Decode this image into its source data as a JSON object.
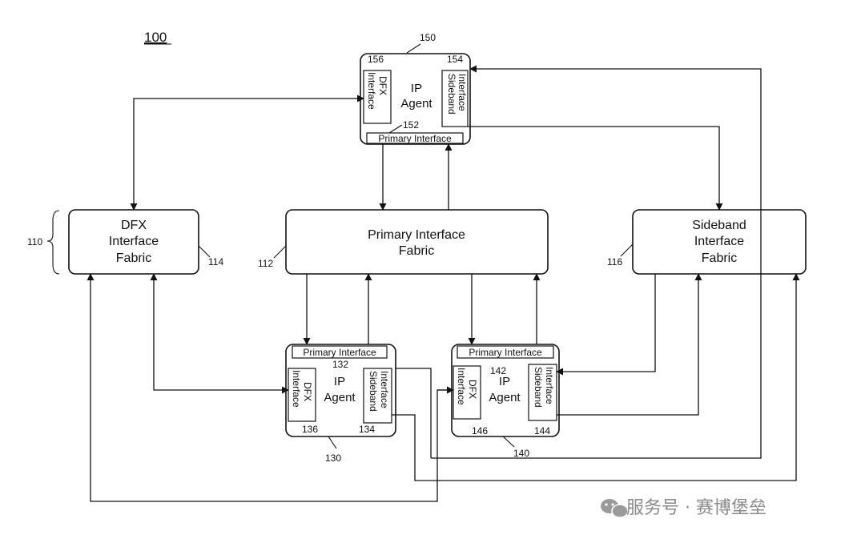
{
  "figure_number": "100",
  "top_agent": {
    "ref": "150",
    "label_line1": "IP",
    "label_line2": "Agent",
    "dfx": {
      "ref": "156",
      "line1": "DFX",
      "line2": "Interface"
    },
    "sideband": {
      "ref": "154",
      "line1": "Sideband",
      "line2": "Interface"
    },
    "primary": {
      "ref": "152",
      "label": "Primary Interface"
    }
  },
  "fabrics": {
    "group_ref": "110",
    "dfx": {
      "ref": "114",
      "line1": "DFX",
      "line2": "Interface",
      "line3": "Fabric"
    },
    "primary": {
      "ref": "112",
      "line1": "Primary Interface",
      "line2": "Fabric"
    },
    "sideband": {
      "ref": "116",
      "line1": "Sideband",
      "line2": "Interface",
      "line3": "Fabric"
    }
  },
  "agent_130": {
    "ref": "130",
    "label_line1": "IP",
    "label_line2": "Agent",
    "primary": {
      "ref": "132",
      "label": "Primary Interface"
    },
    "dfx": {
      "ref": "136",
      "line1": "DFX",
      "line2": "Interface"
    },
    "sideband": {
      "ref": "134",
      "line1": "Sideband",
      "line2": "Interface"
    }
  },
  "agent_140": {
    "ref": "140",
    "label_line1": "IP",
    "label_line2": "Agent",
    "primary": {
      "ref": "142",
      "label": "Primary Interface"
    },
    "dfx": {
      "ref": "146",
      "line1": "DFX",
      "line2": "Interface"
    },
    "sideband": {
      "ref": "144",
      "line1": "Sideband",
      "line2": "Interface"
    }
  },
  "watermark": "服务号 · 赛博堡垒"
}
